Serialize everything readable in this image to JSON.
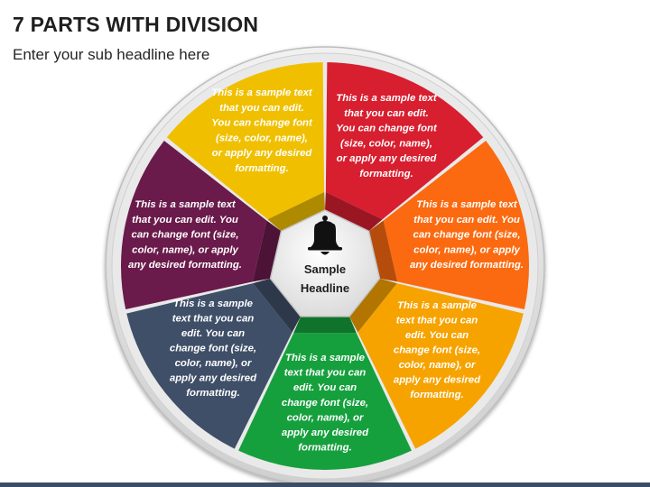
{
  "title": "7 PARTS WITH DIVISION",
  "subtitle": "Enter your sub headline here",
  "center": {
    "icon": "bell-icon",
    "headline_line1": "Sample",
    "headline_line2": "Headline"
  },
  "segments": [
    {
      "id": "yellow-top",
      "color": "#f0c000",
      "lines": [
        "This is a sample text",
        "that you can edit.",
        "You can change font",
        "(size, color, name),",
        "or apply any desired",
        "formatting."
      ]
    },
    {
      "id": "red",
      "color": "#d71f30",
      "lines": [
        "This is a sample text",
        "that you can edit.",
        "You can change font",
        "(size, color, name),",
        "or apply any desired",
        "formatting."
      ]
    },
    {
      "id": "orange",
      "color": "#fb6a10",
      "lines": [
        "This is a sample text",
        "that you can edit. You",
        "can change font (size,",
        "color, name), or apply",
        "any desired formatting."
      ]
    },
    {
      "id": "gold",
      "color": "#f6a300",
      "lines": [
        "This is a sample",
        "text that you can",
        "edit. You can",
        "change font (size,",
        "color, name), or",
        "apply any desired",
        "formatting."
      ]
    },
    {
      "id": "green",
      "color": "#16a03d",
      "lines": [
        "This is a sample",
        "text that you can",
        "edit. You can",
        "change font (size,",
        "color, name), or",
        "apply any desired",
        "formatting."
      ]
    },
    {
      "id": "slate",
      "color": "#3f4f68",
      "lines": [
        "This is a sample",
        "text that you can",
        "edit. You can",
        "change font (size,",
        "color, name), or",
        "apply any desired",
        "formatting."
      ]
    },
    {
      "id": "purple",
      "color": "#6a1a4b",
      "lines": [
        "This is a sample text",
        "that you can edit. You",
        "can change font (size,",
        "color, name), or apply",
        "any desired formatting."
      ]
    }
  ]
}
